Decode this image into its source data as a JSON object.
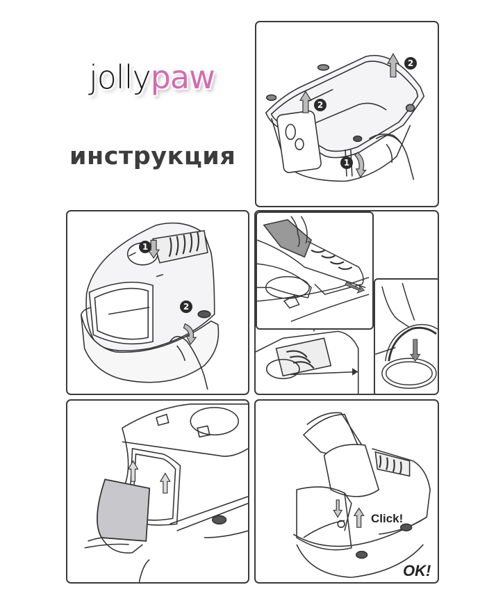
{
  "header": {
    "brand_part1": "jolly",
    "brand_part2": "paw",
    "brand_color_dark": "#1a1a1a",
    "brand_color_pink": "#d56bb0",
    "title": "инструкция"
  },
  "steps": [
    {
      "id": "step-1",
      "description": "Litter tray: unclip rim (1), lift frame up (2)",
      "badges": [
        "1",
        "2",
        "2"
      ],
      "icons": [
        "hand-icon",
        "arrow-down-icon",
        "arrow-up-icon",
        "arrow-up-icon"
      ]
    },
    {
      "id": "step-2",
      "description": "Covered litter box: press filter slot (1), turn latch (2)",
      "badges": [
        "1",
        "2"
      ],
      "icons": [
        "hand-icon",
        "arrow-down-icon",
        "rotate-arrow-icon"
      ]
    },
    {
      "id": "step-3",
      "description": "Insert carbon filter into vent and attach handle",
      "insets": [
        "filter-insert-detail",
        "handle-attach-detail"
      ],
      "icons": [
        "hand-icon",
        "arrow-right-icon",
        "arrow-down-icon"
      ]
    },
    {
      "id": "step-4",
      "description": "Attach swing door by pushing up into opening",
      "icons": [
        "hand-icon",
        "arrow-up-icon",
        "arrow-up-icon"
      ]
    },
    {
      "id": "step-5",
      "description": "Snap door hinge until it clicks",
      "click_label": "Click!",
      "ok_label": "OK!",
      "icons": [
        "hand-icon",
        "arrow-down-icon",
        "arrow-up-icon"
      ]
    }
  ]
}
